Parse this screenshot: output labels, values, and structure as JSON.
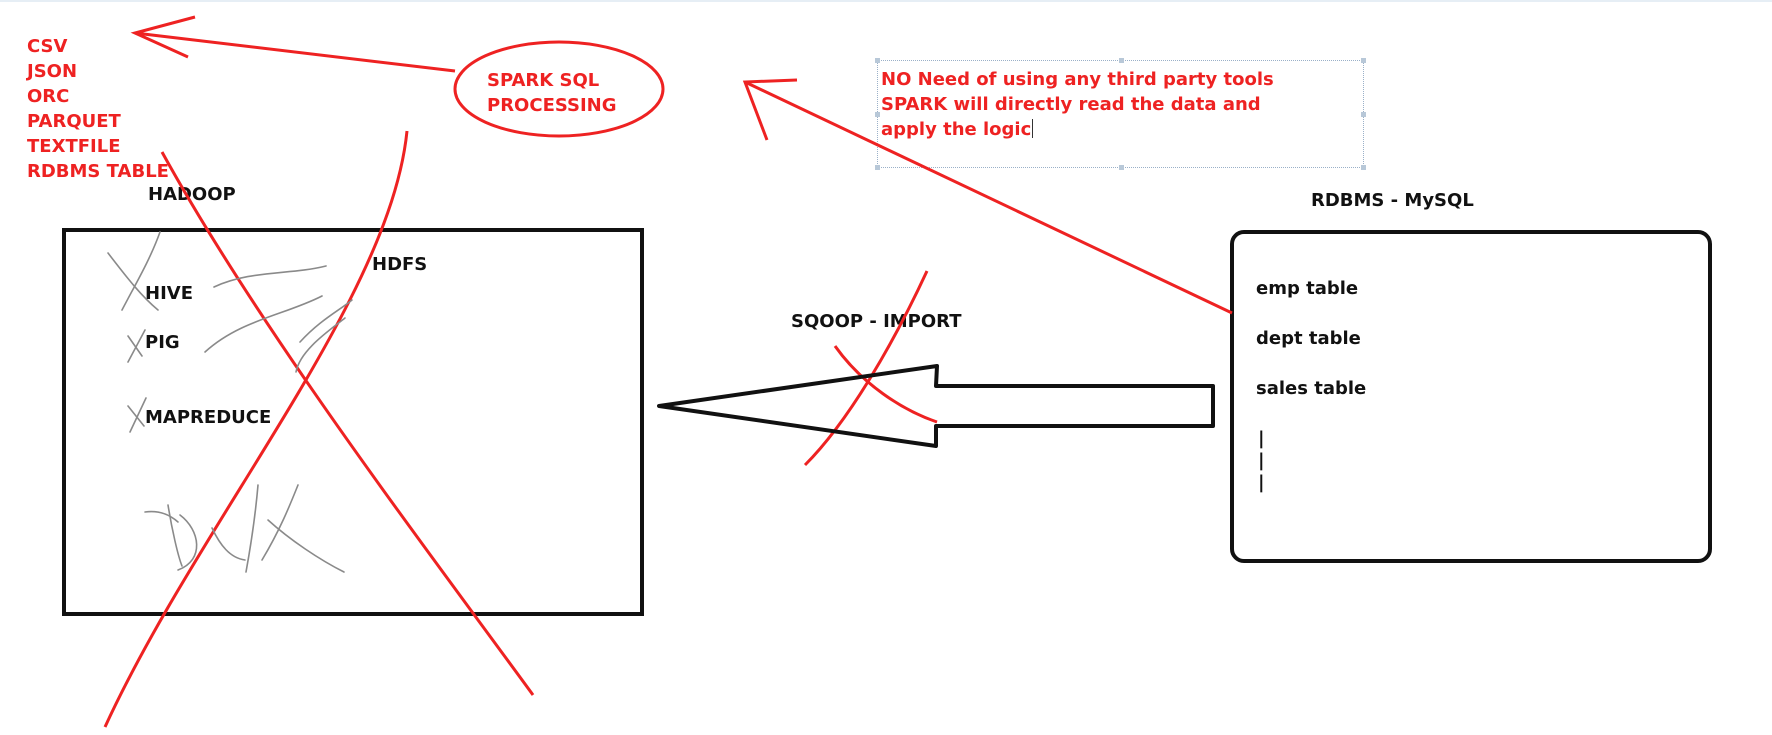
{
  "formats": [
    "CSV",
    "JSON",
    "ORC",
    "PARQUET",
    "TEXTFILE",
    "RDBMS TABLE"
  ],
  "spark_sql": {
    "line1": "SPARK SQL",
    "line2": "PROCESSING"
  },
  "note": {
    "line1": "NO Need of using any third party tools",
    "line2": "SPARK will directly read the data and",
    "line3": "apply the logic"
  },
  "hadoop": {
    "title": "HADOOP",
    "hdfs": "HDFS",
    "components": [
      "HIVE",
      "PIG",
      "MAPREDUCE"
    ]
  },
  "sqoop": {
    "label": "SQOOP - IMPORT"
  },
  "rdbms": {
    "title": "RDBMS - MySQL",
    "tables": [
      "emp table",
      "dept table",
      "sales table"
    ],
    "continuation": [
      "|",
      "|",
      "|"
    ]
  },
  "colors": {
    "annotation": "#ee2222",
    "ink": "#111111",
    "pencil": "#8a8a8a",
    "selection": "#9ab0c8"
  }
}
